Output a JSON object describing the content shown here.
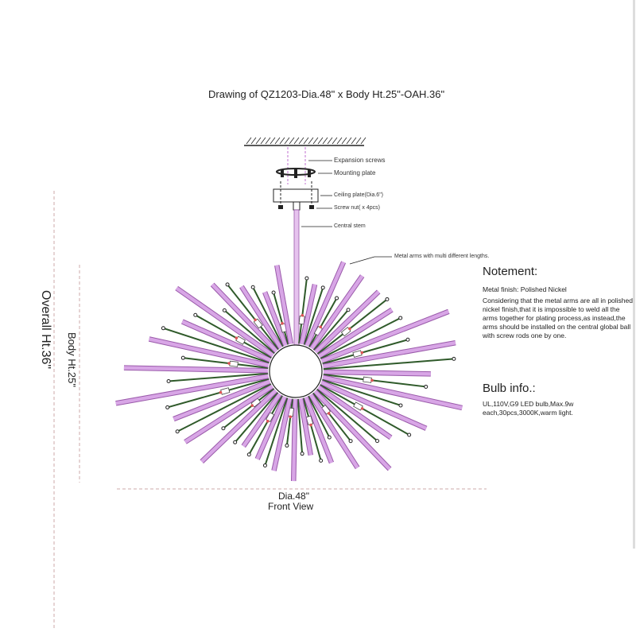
{
  "title": "Drawing of QZ1203-Dia.48\" x Body Ht.25\"-OAH.36\"",
  "labels": {
    "expansion_screws": "Expansion screws",
    "mounting_plate": "Mounting plate",
    "ceiling_plate": "Ceiling plate(Dia.6\")",
    "screw_nut": "Screw nut( x 4pcs)",
    "central_stem": "Central stem",
    "metal_arms": "Metal arms with multi different lengths."
  },
  "notes": {
    "heading": "Notement:",
    "finish": "Metal finish: Polished Nickel",
    "body": "Considering that the metal arms are all in polished nickel finish,that it is impossible to weld all the arms together for plating process,as instead,the arms should be installed on the central global ball with screw rods one by one."
  },
  "bulb": {
    "heading": "Bulb info.:",
    "body": "UL,110V,G9 LED bulb,Max.9w each,30pcs,3000K,warm light."
  },
  "dimensions": {
    "overall": "Overall Ht.36\"",
    "body": "Body Ht.25\"",
    "diameter": "Dia.48\"",
    "view": "Front View"
  },
  "colors": {
    "arm_pink": "#d8a6e6",
    "arm_green": "#2f5a2a",
    "line": "#444444"
  }
}
